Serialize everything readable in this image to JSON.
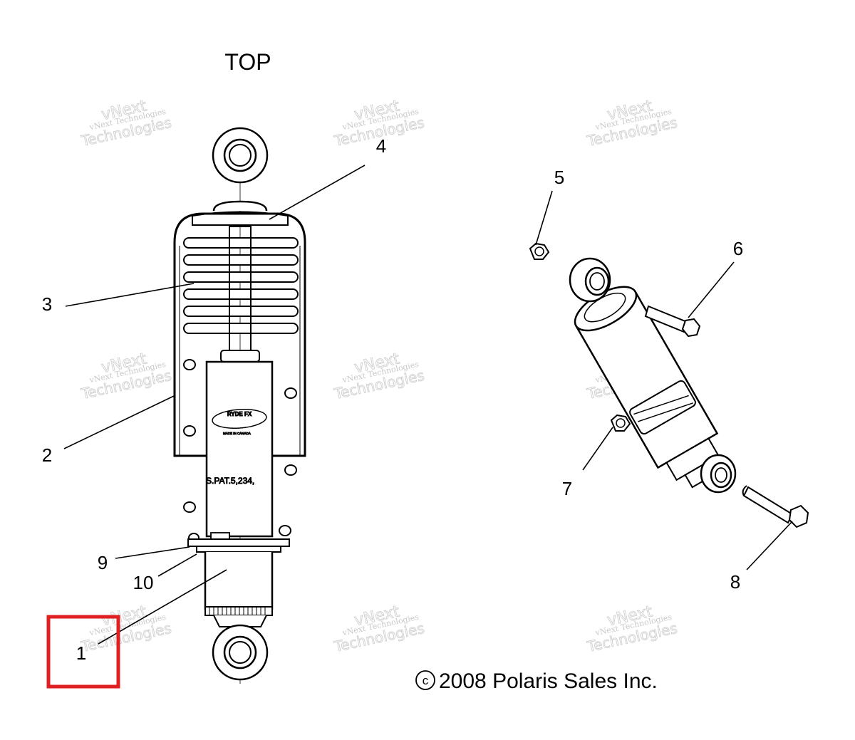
{
  "diagram": {
    "orientation_label": "TOP",
    "copyright": "2008  Polaris Sales Inc.",
    "copyright_symbol": "c",
    "highlight_color": "#e02020",
    "callouts": [
      "1",
      "2",
      "3",
      "4",
      "5",
      "6",
      "7",
      "8",
      "9",
      "10"
    ],
    "shock_body_text": {
      "brand": "RYDE FX",
      "made_in": "MADE IN CANADA",
      "patent": "S.PAT.5,234,"
    },
    "watermark": {
      "line1": "vNext Technologies",
      "line2": "Technologies",
      "big": "vNext"
    }
  }
}
